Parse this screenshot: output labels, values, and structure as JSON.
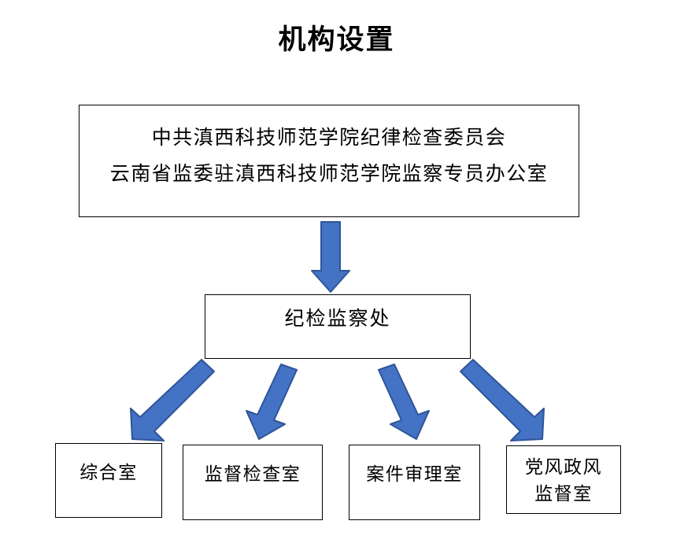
{
  "page": {
    "title": "机构设置",
    "background_color": "#ffffff",
    "text_color": "#000000",
    "arrow_fill": "#4472C4",
    "arrow_stroke": "#2F5597",
    "box_border_color": "#000000"
  },
  "diagram": {
    "type": "organization-chart",
    "root": {
      "lines": [
        "中共滇西科技师范学院纪律检查委员会",
        "云南省监委驻滇西科技师范学院监察专员办公室"
      ]
    },
    "department": {
      "lines": [
        "纪检监察处"
      ]
    },
    "leaves": [
      {
        "lines": [
          "综合室"
        ]
      },
      {
        "lines": [
          "监督检查室"
        ]
      },
      {
        "lines": [
          "案件审理室"
        ]
      },
      {
        "lines": [
          "党风政风",
          "监督室"
        ]
      }
    ],
    "connectors": [
      {
        "name": "root-to-department",
        "direction": "down"
      },
      {
        "name": "department-to-leaf-0",
        "direction": "down-left"
      },
      {
        "name": "department-to-leaf-1",
        "direction": "down-left-steep"
      },
      {
        "name": "department-to-leaf-2",
        "direction": "down-right-steep"
      },
      {
        "name": "department-to-leaf-3",
        "direction": "down-right"
      }
    ]
  }
}
